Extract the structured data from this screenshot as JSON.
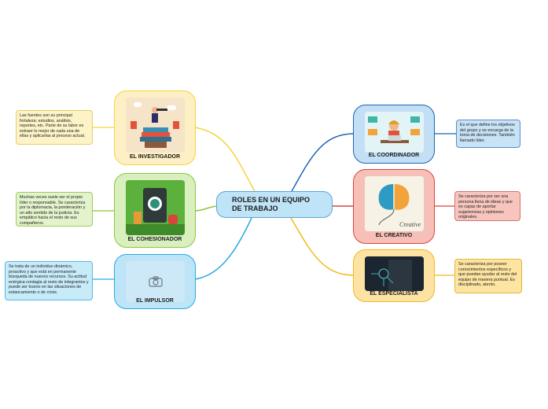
{
  "central": {
    "title": "ROLES EN UN EQUIPO DE TRABAJO"
  },
  "colors": {
    "investigador": "#f7d33d",
    "cohesionador": "#8cc63f",
    "impulsor": "#29abe2",
    "coordinador": "#1e64b4",
    "creativo": "#d9453a",
    "especialista": "#f5b81c"
  },
  "roles": {
    "investigador": {
      "label": "EL INVESTIGADOR",
      "note": "Las fuentes son su principal fortaleza: estudios, análisis, reportes, etc. Parte de su labor es extraer lo mejor de cada una de ellas y aplicarlas al proceso actual."
    },
    "cohesionador": {
      "label": "EL COHESIONADOR",
      "note": "Muchas veces suele ser el propio líder o responsable. Se caracteriza por la diplomacia, la ponderación y un alto sentido de la justicia. Es empático hacia el resto de sus compañeros."
    },
    "impulsor": {
      "label": "EL IMPULSOR",
      "note": "Se trata de un individuo dinámico, proactivo y que está en permanente búsqueda de nuevos recursos. Su actitud enérgica contagia al resto de integrantes y puede ser bueno en las situaciones de estancamiento o de crisis."
    },
    "coordinador": {
      "label": "EL COORDINADOR",
      "note": "Es el que define los objetivos del grupo y se encarga de la toma de decisiones. También llamado líder."
    },
    "creativo": {
      "label": "EL CREATIVO",
      "note": "Se caracteriza por ser una persona llena de ideas y que es capaz de aportar sugerencias y opiniones originales.",
      "img_text": "Creative"
    },
    "especialista": {
      "label": "EL ESPECIALISTA",
      "note": "Se caracteriza por poseer conocimientos específicos y que puedan ayudar al resto del equipo de manera puntual. Es disciplinado, atento."
    }
  }
}
